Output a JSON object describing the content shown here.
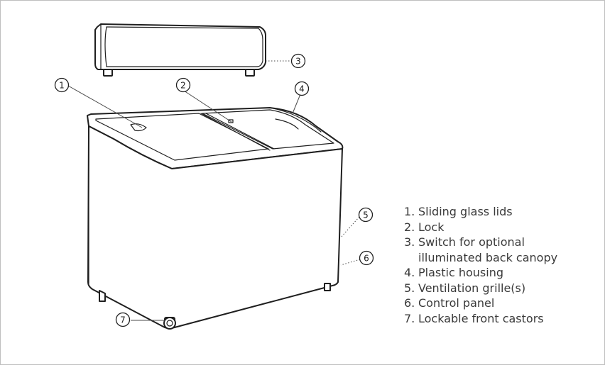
{
  "callouts": [
    "1",
    "2",
    "3",
    "4",
    "5",
    "6",
    "7"
  ],
  "legend": [
    {
      "num": "1.",
      "lines": [
        "Sliding glass lids"
      ]
    },
    {
      "num": "2.",
      "lines": [
        "Lock"
      ]
    },
    {
      "num": "3.",
      "lines": [
        "Switch for optional",
        "illuminated back canopy"
      ]
    },
    {
      "num": "4.",
      "lines": [
        "Plastic housing"
      ]
    },
    {
      "num": "5.",
      "lines": [
        "Ventilation grille(s)"
      ]
    },
    {
      "num": "6.",
      "lines": [
        "Control panel"
      ]
    },
    {
      "num": "7.",
      "lines": [
        "Lockable front castors"
      ]
    }
  ]
}
